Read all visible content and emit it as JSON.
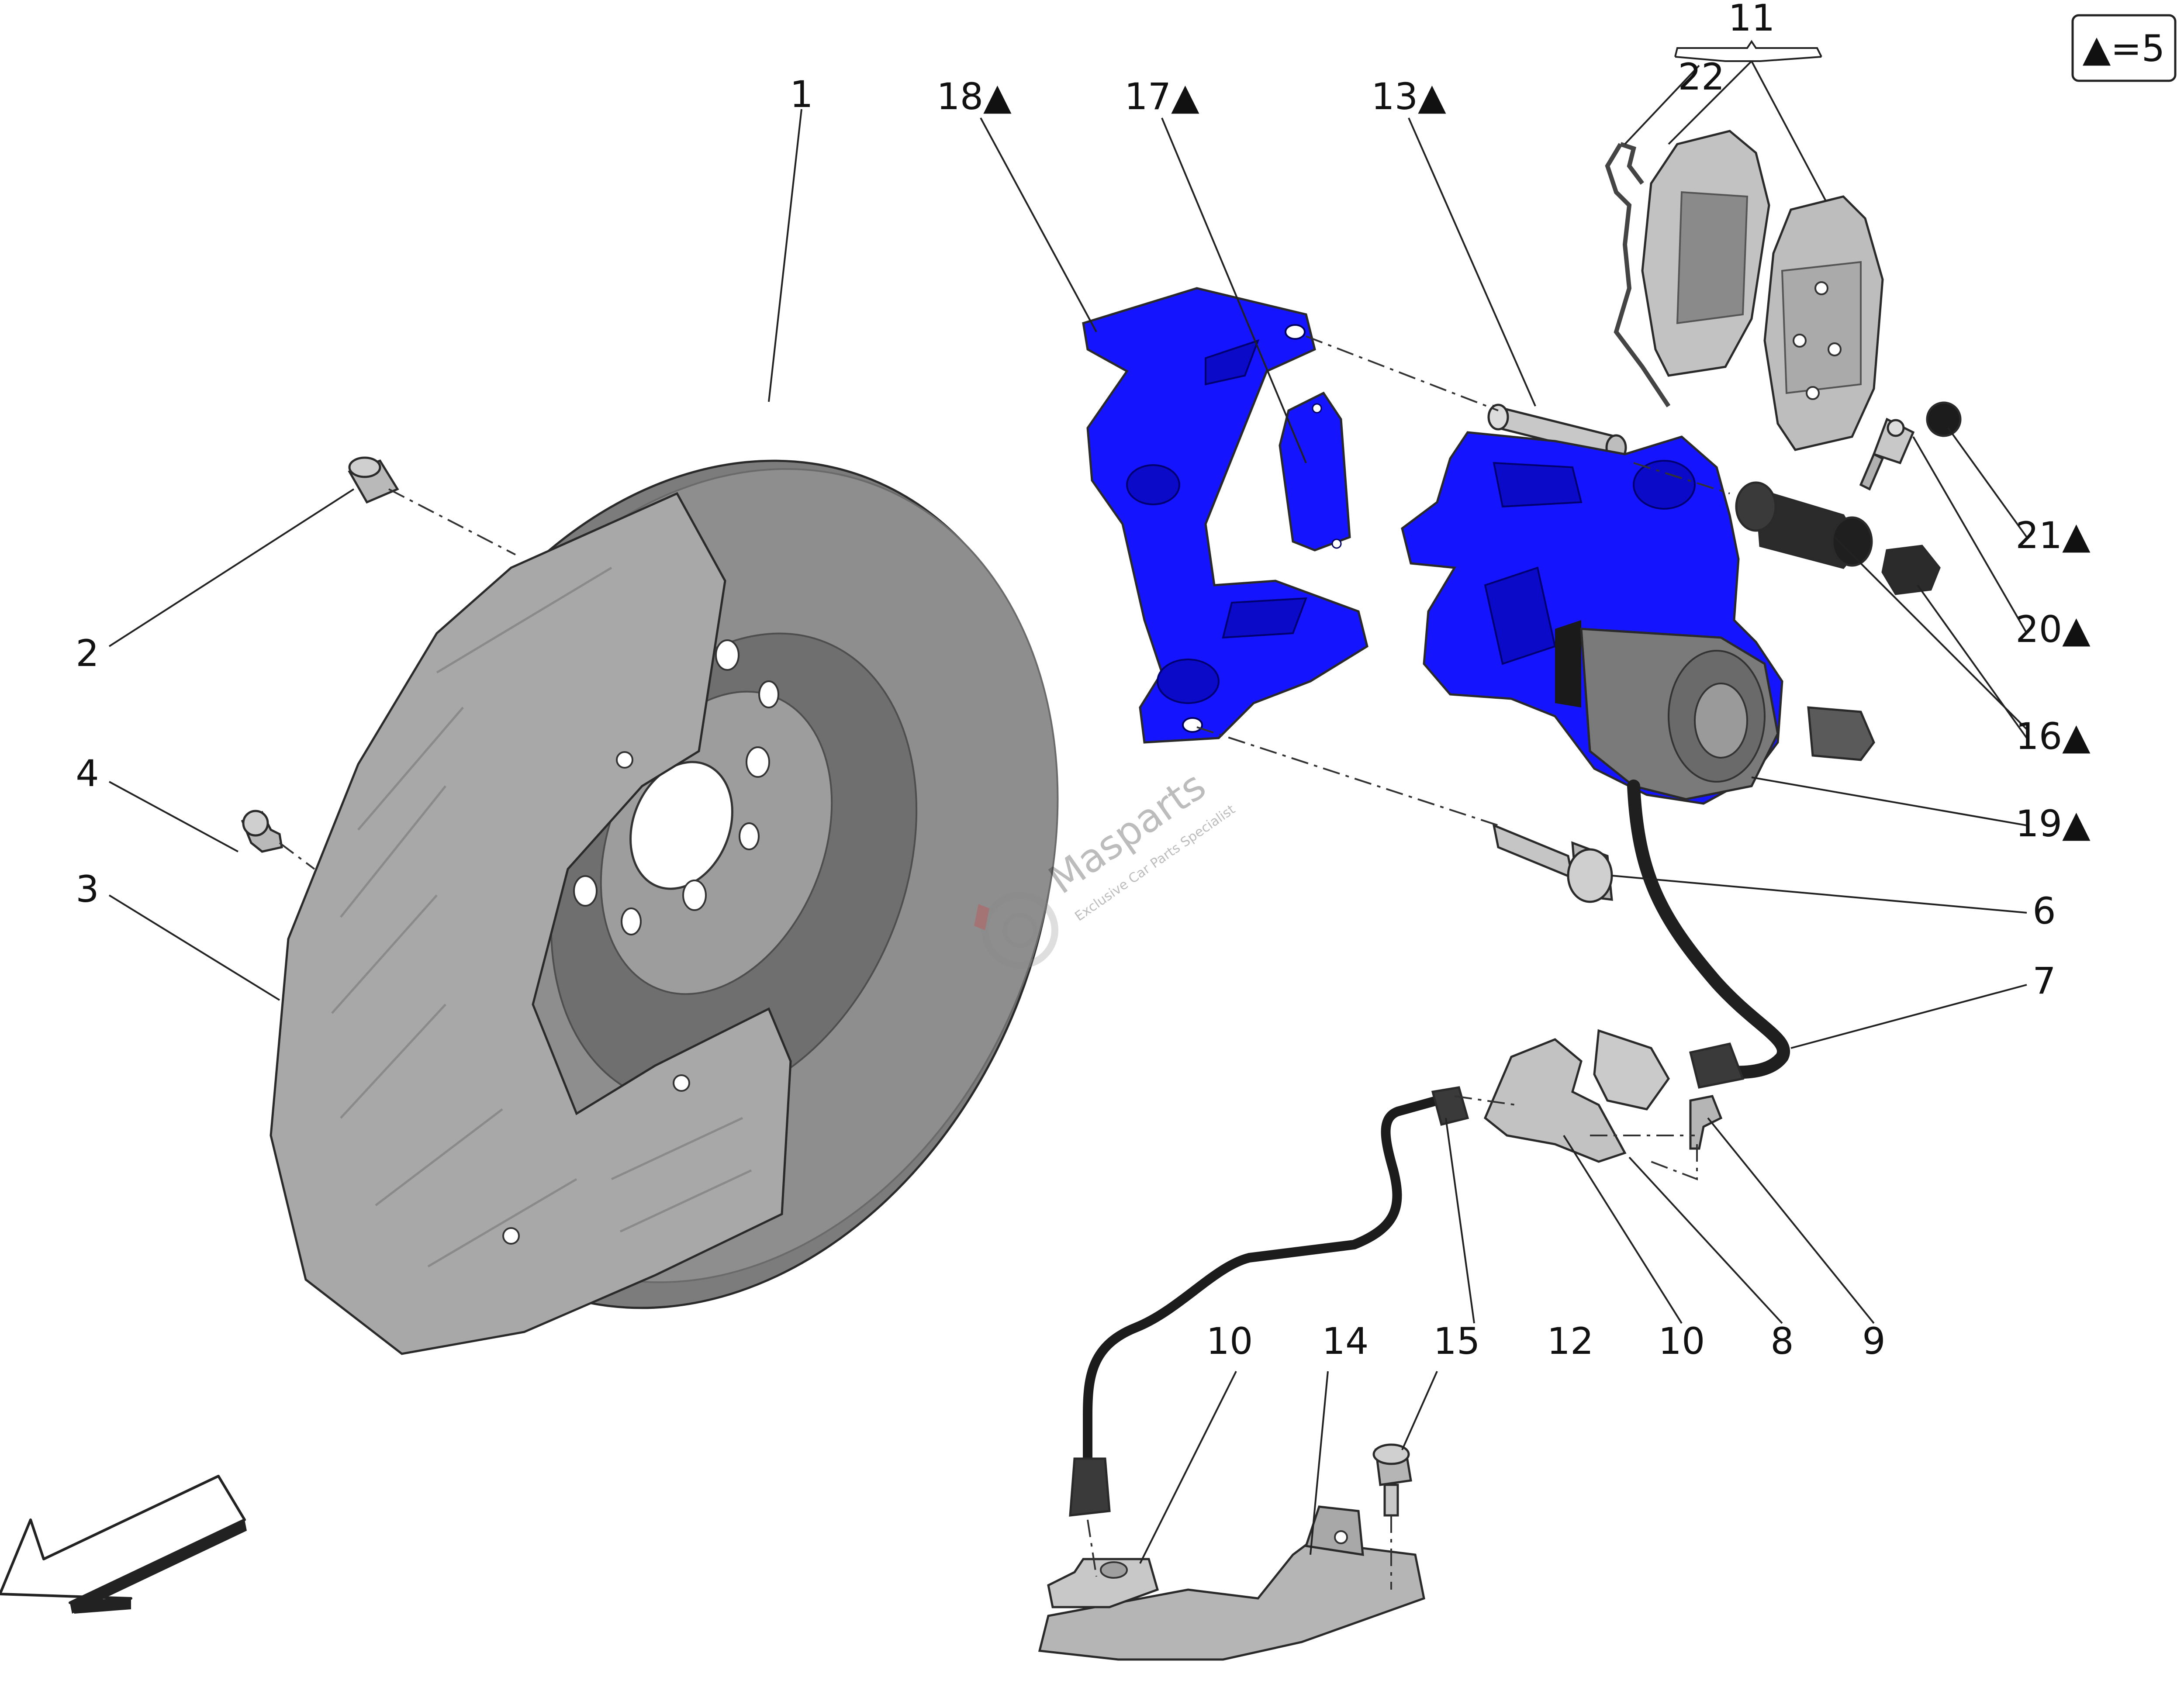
{
  "legend": {
    "symbol": "▲",
    "text": "▲=5"
  },
  "watermark": {
    "brand": "Masparts",
    "tagline": "Exclusive Car Parts Specialist"
  },
  "colors": {
    "caliper": "#1414ff",
    "disc": "#8a8a8a",
    "shield": "#a9a9a9",
    "bracket": "#b5b5b5"
  },
  "labels": {
    "l1": "1",
    "l2": "2",
    "l3": "3",
    "l4": "4",
    "l6": "6",
    "l7": "7",
    "l8": "8",
    "l9": "9",
    "l10a": "10",
    "l10b": "10",
    "l11": "11",
    "l12": "12",
    "l13": "13▲",
    "l14": "14",
    "l15": "15",
    "l16": "16▲",
    "l17": "17▲",
    "l18": "18▲",
    "l19": "19▲",
    "l20": "20▲",
    "l21": "21▲",
    "l22": "22"
  },
  "icons": {
    "direction": "direction-arrow-icon"
  }
}
